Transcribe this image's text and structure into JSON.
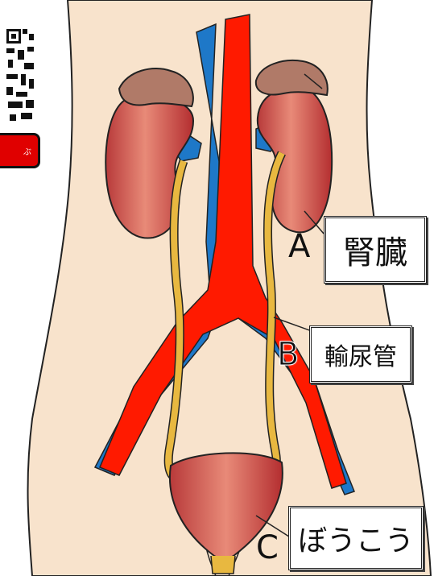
{
  "labels": {
    "kidney": {
      "letter": "A",
      "text": "腎臓"
    },
    "ureter": {
      "letter": "B",
      "text": "輸尿管"
    },
    "bladder": {
      "letter": "C",
      "text": "ぼうこう"
    }
  },
  "sidebar": {
    "button_text": "ぶ"
  },
  "colors": {
    "skin": "#f8e3cc",
    "artery": "#ff1a00",
    "vein": "#1e78c8",
    "ureter": "#e8b840",
    "organ": "#c84040",
    "adrenal": "#b07060"
  }
}
